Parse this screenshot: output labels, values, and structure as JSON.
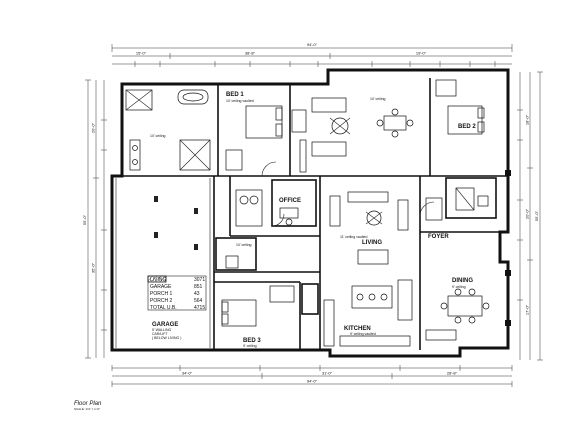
{
  "rooms": {
    "bed1": "BED 1",
    "bed2": "BED 2",
    "bed3": "BED 3",
    "office": "OFFICE",
    "living": "LIVING",
    "kitchen": "KITCHEN",
    "dining": "DINING",
    "foyer": "FOYER",
    "garage": "GARAGE"
  },
  "ceiling_notes": {
    "bed1": "10' ceiling vaulted",
    "master_bath": "10' ceiling",
    "living_top": "10' ceiling",
    "living": "11' ceiling vaulted",
    "kitchen": "9' ceiling vaulted",
    "dining": "9' ceiling",
    "hall": "10' ceiling",
    "bed3": "9' ceiling"
  },
  "area_table": [
    {
      "label": "LIVING",
      "value": "3071"
    },
    {
      "label": "GARAGE",
      "value": "851"
    },
    {
      "label": "PORCH 1",
      "value": "43"
    },
    {
      "label": "PORCH 2",
      "value": "564"
    },
    {
      "label": "TOTAL U.B.",
      "value": "4715"
    }
  ],
  "garage_notes": [
    "GARAGE",
    "5' WALLING",
    "CAR/LIFT",
    "( BELOW LIVING )"
  ],
  "dimensions": {
    "overall_top": "94'-0\"",
    "top_left": "15'-0\"",
    "top_mid": "38'-8\"",
    "top_right": "19'-0\"",
    "overall_bottom": "94'-0\"",
    "bottom_a": "34'-0\"",
    "bottom_b": "31'-0\"",
    "bottom_c": "28'-8\"",
    "left_overall": "55'-0\"",
    "left_a": "20'-0\"",
    "left_b": "35'-0\"",
    "right_overall": "55'-0\"",
    "right_a": "18'-0\"",
    "right_b": "20'-0\"",
    "right_c": "17'-0\""
  },
  "legend": {
    "title": "Floor Plan",
    "scale": "SCALE: 1/4\" = 1'-0\""
  }
}
